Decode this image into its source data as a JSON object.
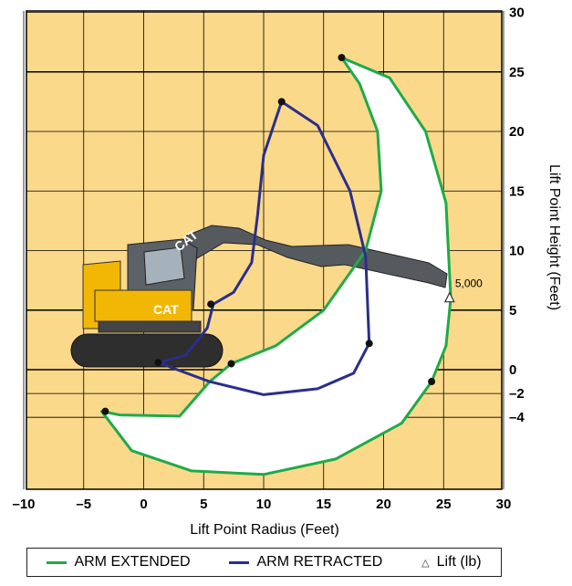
{
  "chart_data": {
    "type": "line",
    "xlabel": "Lift Point Radius (Feet)",
    "ylabel": "Lift Point Height (Feet)",
    "xlim": [
      -10,
      30
    ],
    "ylim": [
      -4,
      30
    ],
    "x_ticks": [
      "–10",
      "–5",
      "0",
      "5",
      "10",
      "15",
      "20",
      "25",
      "30"
    ],
    "y_ticks": [
      "30",
      "25",
      "20",
      "15",
      "10",
      "5",
      "0",
      "–2",
      "–4"
    ],
    "grid": true,
    "series": [
      {
        "name": "ARM EXTENDED",
        "color": "#1faa4a",
        "points": [
          [
            16.5,
            26.2
          ],
          [
            20.5,
            24.5
          ],
          [
            23.5,
            20.0
          ],
          [
            25.2,
            14.0
          ],
          [
            25.6,
            6.0
          ],
          [
            25.2,
            2.0
          ],
          [
            24.0,
            -1.0
          ],
          [
            21.5,
            -4.5
          ],
          [
            16.0,
            -7.5
          ],
          [
            10.0,
            -8.8
          ],
          [
            4.0,
            -8.5
          ],
          [
            -1.0,
            -6.8
          ],
          [
            -3.5,
            -3.5
          ],
          [
            -2.0,
            -3.8
          ],
          [
            3.0,
            -3.9
          ],
          [
            5.5,
            -1.0
          ],
          [
            7.3,
            0.5
          ],
          [
            11.0,
            2.0
          ],
          [
            15.0,
            5.0
          ],
          [
            18.5,
            10.0
          ],
          [
            19.8,
            15.0
          ],
          [
            19.5,
            20.0
          ],
          [
            18.0,
            24.0
          ],
          [
            16.5,
            26.2
          ]
        ],
        "markers": [
          [
            16.5,
            26.2
          ],
          [
            24.0,
            -1.0
          ],
          [
            -3.2,
            -3.5
          ],
          [
            7.3,
            0.5
          ]
        ]
      },
      {
        "name": "ARM RETRACTED",
        "color": "#2a2f8a",
        "points": [
          [
            11.5,
            22.5
          ],
          [
            14.5,
            20.5
          ],
          [
            17.2,
            15.0
          ],
          [
            18.5,
            9.5
          ],
          [
            18.8,
            2.2
          ],
          [
            17.5,
            -0.3
          ],
          [
            14.5,
            -1.6
          ],
          [
            10.0,
            -2.1
          ],
          [
            5.5,
            -1.0
          ],
          [
            2.0,
            0.3
          ],
          [
            1.2,
            0.6
          ],
          [
            3.5,
            1.2
          ],
          [
            5.3,
            3.5
          ],
          [
            5.8,
            5.5
          ],
          [
            7.5,
            6.5
          ],
          [
            9.0,
            9.0
          ],
          [
            9.5,
            13.0
          ],
          [
            10.0,
            18.0
          ],
          [
            11.5,
            22.5
          ]
        ],
        "markers": [
          [
            11.5,
            22.5
          ],
          [
            18.8,
            2.2
          ],
          [
            5.6,
            5.5
          ],
          [
            1.2,
            0.6
          ]
        ]
      }
    ],
    "lift_points": [
      {
        "x": 25.5,
        "y": 6.0,
        "label": "5,000"
      }
    ],
    "background_color": "#fbd98a",
    "envelope_fill": "#ffffff"
  },
  "legend": {
    "items": [
      {
        "label": "ARM EXTENDED",
        "color": "#1faa4a"
      },
      {
        "label": "ARM RETRACTED",
        "color": "#2a2f8a"
      },
      {
        "label": "Lift (lb)"
      }
    ],
    "tri_symbol": "△"
  },
  "image": {
    "logo_text": "CAT"
  }
}
